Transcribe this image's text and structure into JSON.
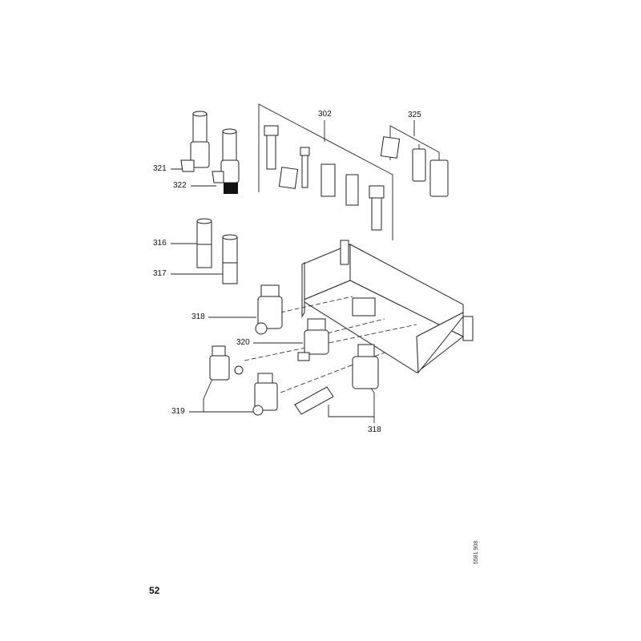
{
  "diagram": {
    "labels": {
      "l302": "302",
      "l325": "325",
      "l321": "321",
      "l322": "322",
      "l316": "316",
      "l317": "317",
      "l318a": "318",
      "l320": "320",
      "l319": "319",
      "l318b": "318"
    }
  },
  "footer": {
    "page_number": "52",
    "document_number": "5581 908"
  }
}
